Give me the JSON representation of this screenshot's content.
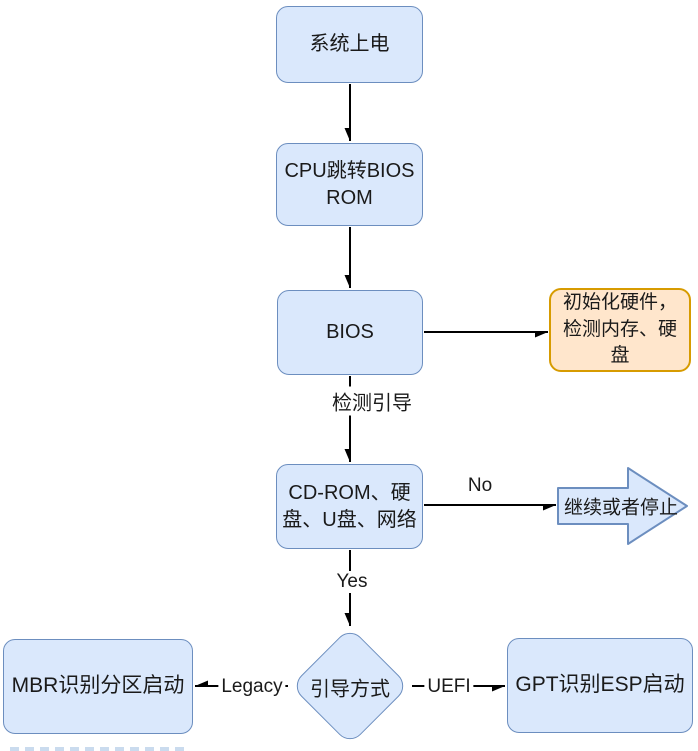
{
  "diagram": {
    "title_implied": "BIOS boot process flowchart",
    "nodes": [
      {
        "id": "power-on",
        "label": "系统上电"
      },
      {
        "id": "cpu-jump-bios-rom",
        "label": "CPU跳转BIOS ROM"
      },
      {
        "id": "bios",
        "label": "BIOS"
      },
      {
        "id": "init-hardware",
        "label": "初始化硬件，检测内存、硬盘"
      },
      {
        "id": "boot-devices",
        "label": "CD-ROM、硬盘、U盘、网络"
      },
      {
        "id": "continue-or-stop",
        "label": "继续或者停止"
      },
      {
        "id": "boot-mode",
        "label": "引导方式"
      },
      {
        "id": "mbr-boot",
        "label": "MBR识别分区启动"
      },
      {
        "id": "gpt-boot",
        "label": "GPT识别ESP启动"
      }
    ],
    "edge_labels": [
      {
        "id": "detect-boot",
        "label": "检测引导"
      },
      {
        "id": "no",
        "label": "No"
      },
      {
        "id": "yes",
        "label": "Yes"
      },
      {
        "id": "legacy",
        "label": "Legacy"
      },
      {
        "id": "uefi",
        "label": "UEFI"
      }
    ],
    "edges": [
      {
        "from": "power-on",
        "to": "cpu-jump-bios-rom",
        "label": ""
      },
      {
        "from": "cpu-jump-bios-rom",
        "to": "bios",
        "label": ""
      },
      {
        "from": "bios",
        "to": "init-hardware",
        "label": ""
      },
      {
        "from": "bios",
        "to": "boot-devices",
        "label": "检测引导"
      },
      {
        "from": "boot-devices",
        "to": "continue-or-stop",
        "label": "No"
      },
      {
        "from": "boot-devices",
        "to": "boot-mode",
        "label": "Yes"
      },
      {
        "from": "boot-mode",
        "to": "mbr-boot",
        "label": "Legacy"
      },
      {
        "from": "boot-mode",
        "to": "gpt-boot",
        "label": "UEFI"
      }
    ],
    "colors": {
      "node_fill": "#dae8fc",
      "node_stroke": "#6c8ebf",
      "highlight_fill": "#ffe6cc",
      "highlight_stroke": "#d79b00",
      "connector": "#000000",
      "text": "#1a1a1a",
      "background": "#ffffff"
    }
  }
}
